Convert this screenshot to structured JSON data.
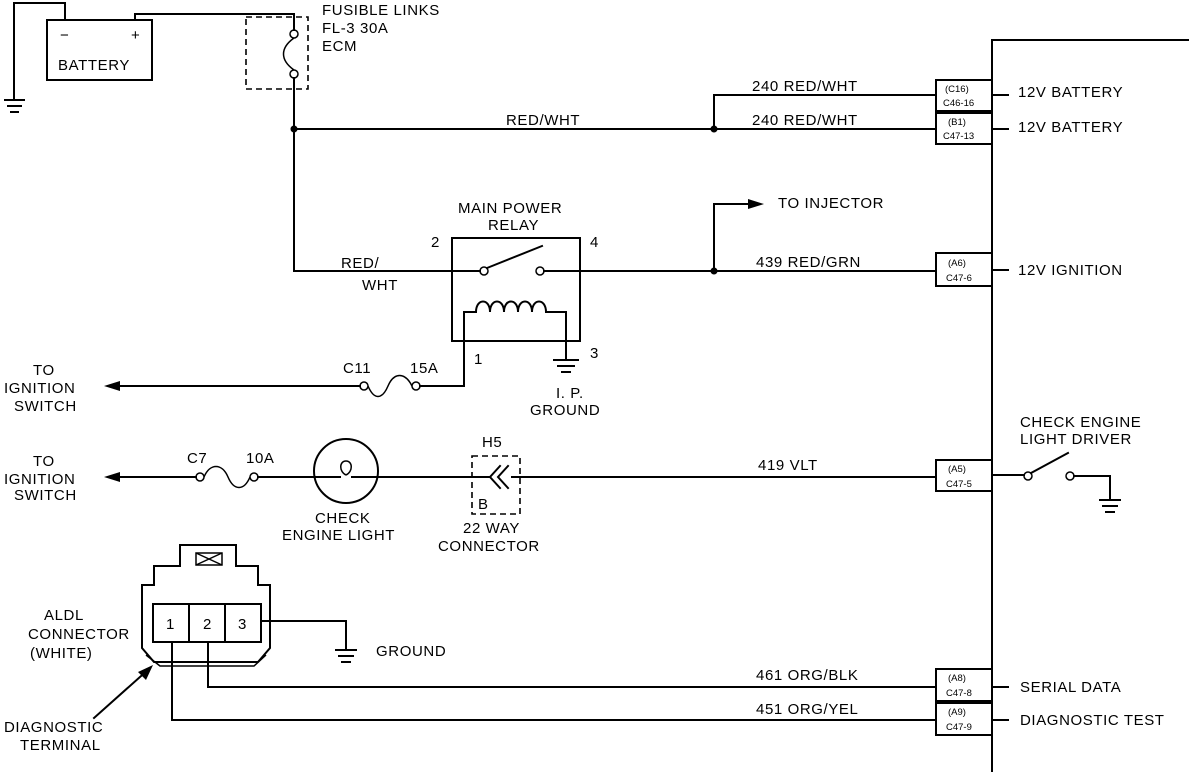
{
  "battery": {
    "label": "BATTERY",
    "minus": "−",
    "plus": "+"
  },
  "fusible_links": {
    "title": "FUSIBLE LINKS",
    "line1": "FL-3  30A",
    "line2": "ECM"
  },
  "wires": {
    "red_wht_1": "240 RED/WHT",
    "red_wht_2": "240 RED/WHT",
    "red_wht_main": "RED/WHT",
    "red_slash": "RED/",
    "wht": "WHT",
    "red_grn": "439 RED/GRN",
    "vlt": "419 VLT",
    "org_blk": "461 ORG/BLK",
    "org_yel": "451 ORG/YEL"
  },
  "connectors": {
    "c16": {
      "pin": "(C16)",
      "id": "C46-16"
    },
    "b1": {
      "pin": "(B1)",
      "id": "C47-13"
    },
    "a6": {
      "pin": "(A6)",
      "id": "C47-6"
    },
    "a5": {
      "pin": "(A5)",
      "id": "C47-5"
    },
    "a8": {
      "pin": "(A8)",
      "id": "C47-8"
    },
    "a9": {
      "pin": "(A9)",
      "id": "C47-9"
    }
  },
  "ecm_labels": {
    "batt1": "12V BATTERY",
    "batt2": "12V BATTERY",
    "ignition": "12V IGNITION",
    "check_driver_1": "CHECK ENGINE",
    "check_driver_2": "LIGHT DRIVER",
    "serial": "SERIAL DATA",
    "diag": "DIAGNOSTIC TEST"
  },
  "relay": {
    "title1": "MAIN POWER",
    "title2": "RELAY",
    "pin2": "2",
    "pin4": "4",
    "pin1": "1",
    "pin3": "3",
    "ground1": "I. P.",
    "ground2": "GROUND"
  },
  "injector": "TO INJECTOR",
  "fuse_c11": {
    "name": "C11",
    "rating": "15A"
  },
  "fuse_c7": {
    "name": "C7",
    "rating": "10A"
  },
  "to_ign_1": {
    "line1": "TO",
    "line2": "IGNITION",
    "line3": "SWITCH"
  },
  "to_ign_2": {
    "line1": "TO",
    "line2": "IGNITION",
    "line3": "SWITCH"
  },
  "check_light": {
    "line1": "CHECK",
    "line2": "ENGINE LIGHT"
  },
  "way_connector": {
    "code": "H5",
    "pin": "B",
    "line1": "22 WAY",
    "line2": "CONNECTOR"
  },
  "aldl": {
    "line1": "ALDL",
    "line2": "CONNECTOR",
    "line3": "(WHITE)",
    "pins": [
      "1",
      "2",
      "3"
    ],
    "ground": "GROUND"
  },
  "diagnostic_terminal": {
    "line1": "DIAGNOSTIC",
    "line2": "TERMINAL"
  }
}
